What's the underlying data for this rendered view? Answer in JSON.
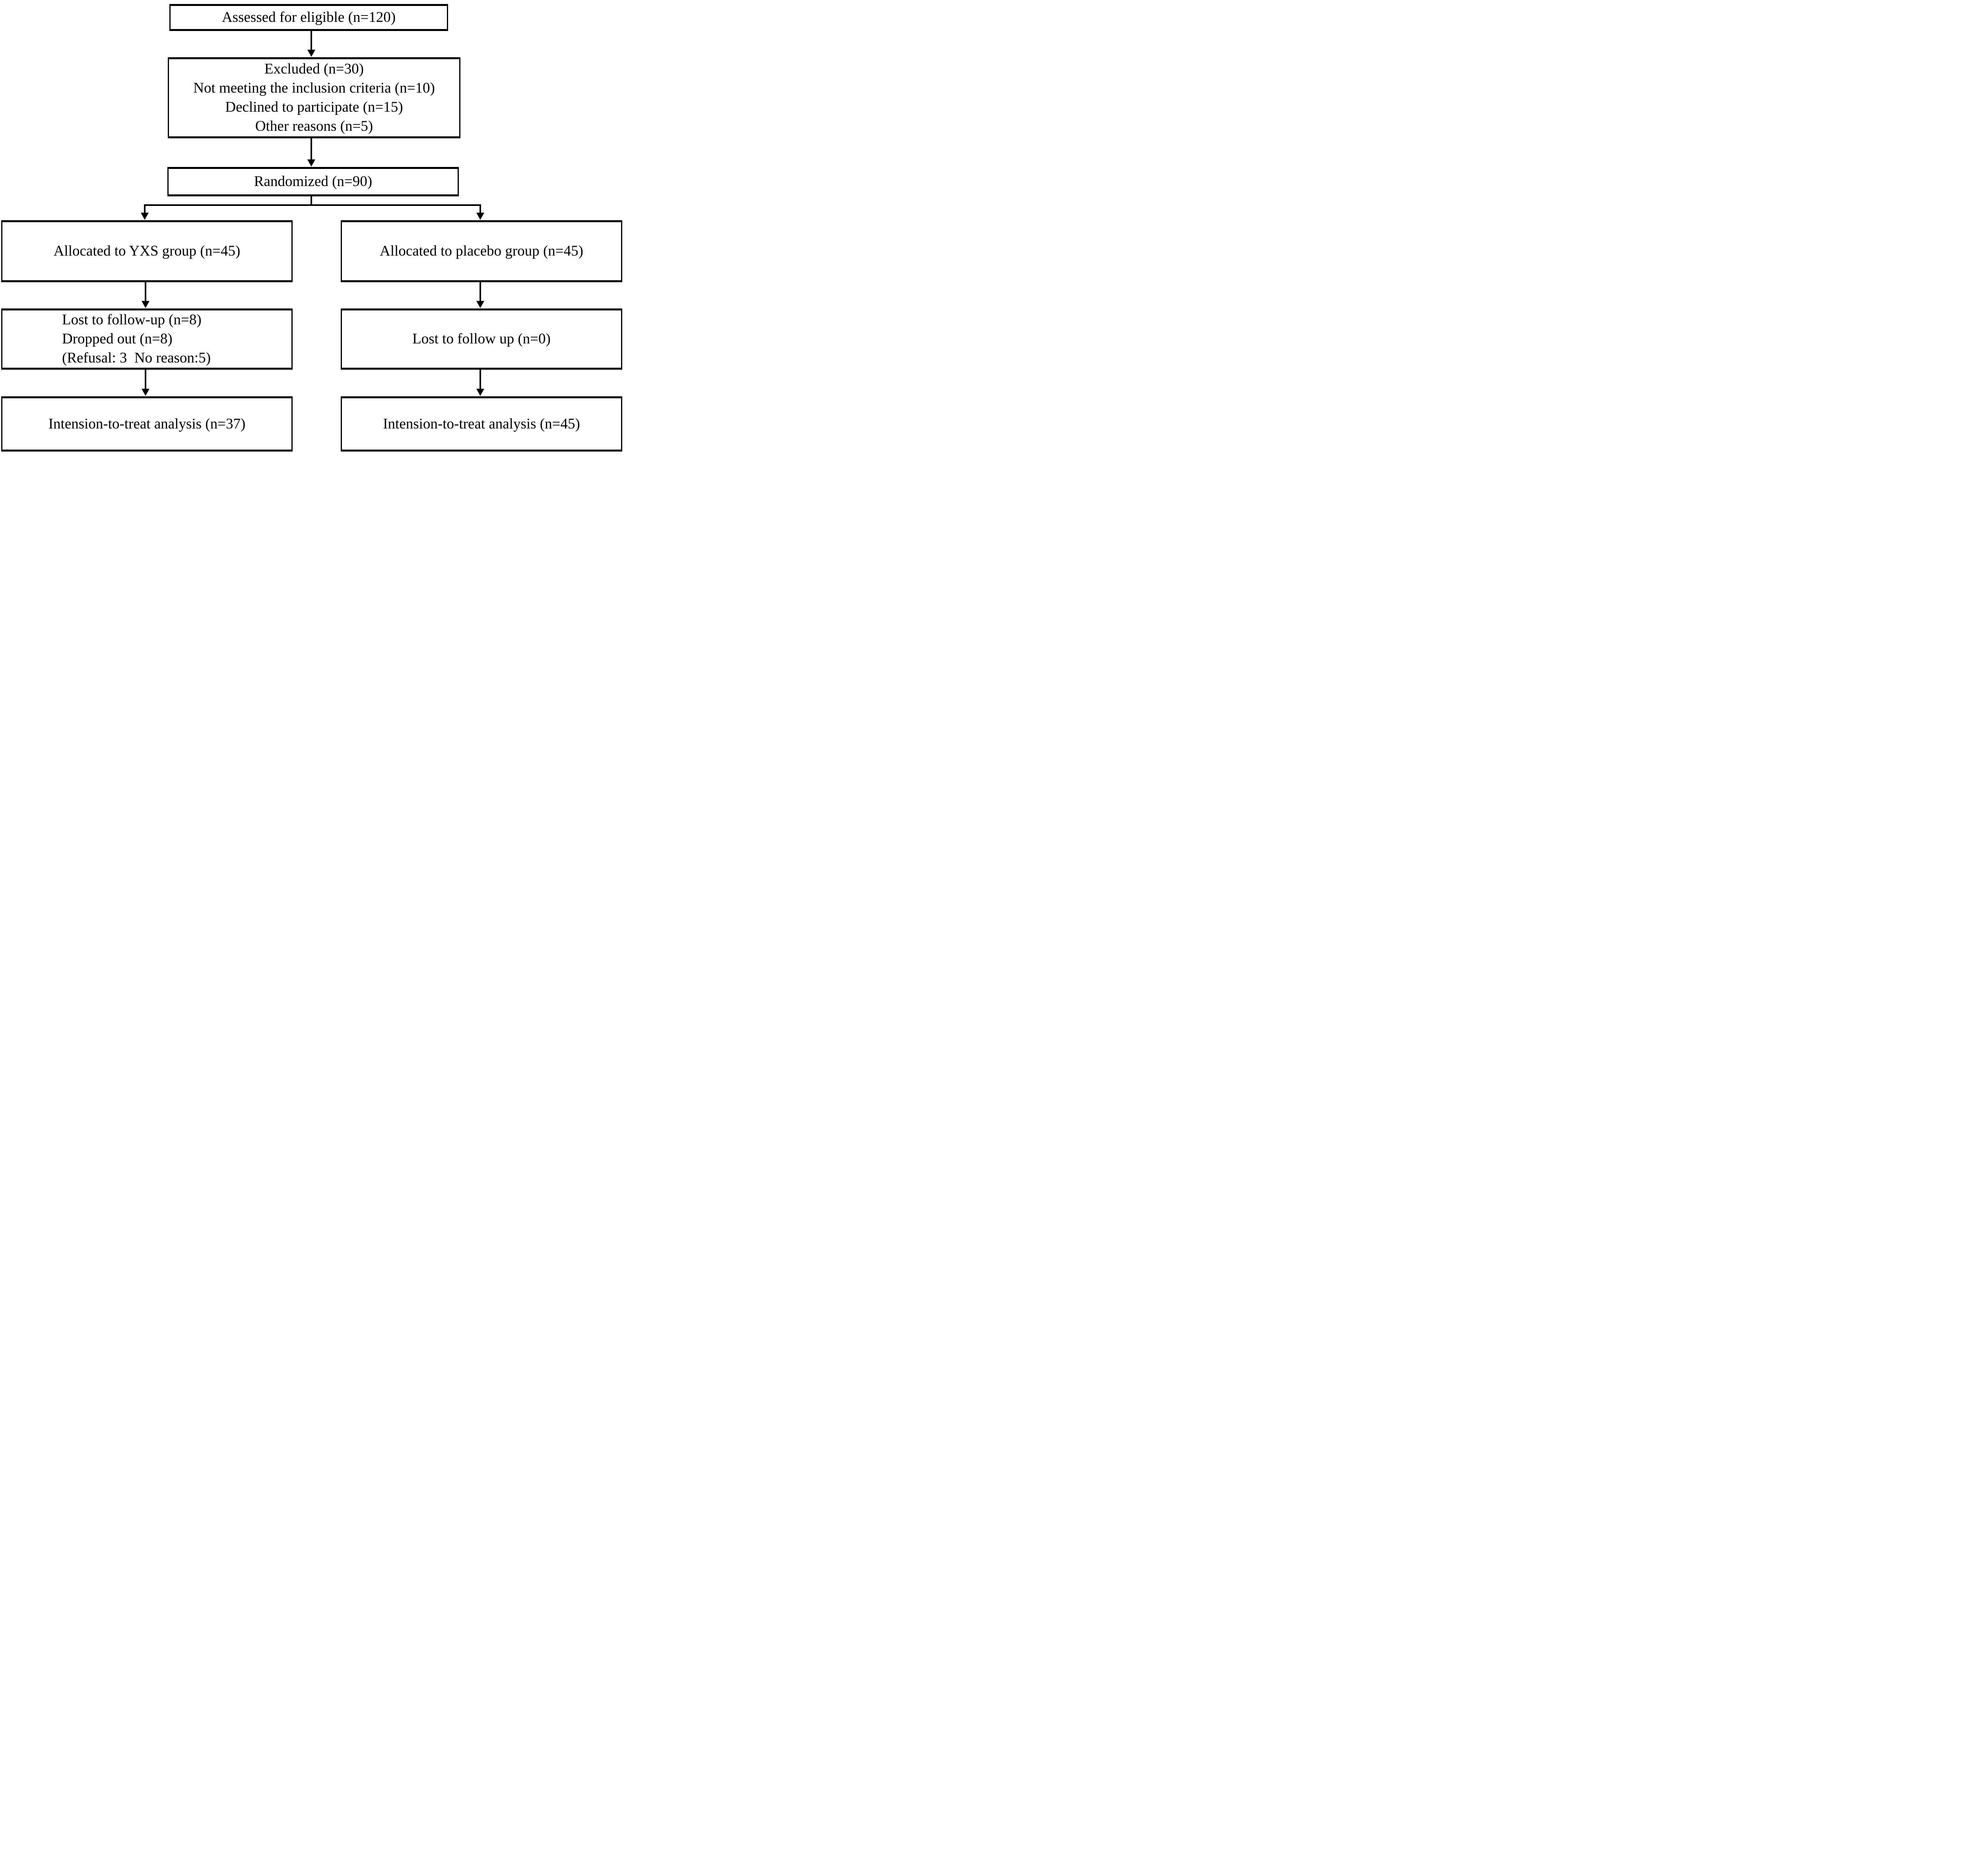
{
  "diagram_type": "consort-flow-diagram",
  "colors": {
    "line": "#000000",
    "background": "#ffffff",
    "text": "#000000"
  },
  "boxes": {
    "assessed": {
      "lines": [
        "Assessed for eligible (n=120)"
      ]
    },
    "excluded": {
      "lines": [
        "Excluded (n=30)",
        "Not meeting the inclusion criteria (n=10)",
        "Declined to participate (n=15)",
        "Other reasons (n=5)"
      ]
    },
    "randomized": {
      "lines": [
        "Randomized (n=90)"
      ]
    },
    "allocated_yxs": {
      "lines": [
        "Allocated to YXS group (n=45)"
      ]
    },
    "allocated_placebo": {
      "lines": [
        "Allocated to placebo group (n=45)"
      ]
    },
    "lost_yxs": {
      "lines": [
        "Lost to follow-up (n=8)",
        "Dropped out (n=8)",
        "(Refusal: 3  No reason:5)"
      ]
    },
    "lost_placebo": {
      "lines": [
        "Lost to follow up (n=0)"
      ]
    },
    "itt_yxs": {
      "lines": [
        "Intension-to-treat analysis (n=37)"
      ]
    },
    "itt_placebo": {
      "lines": [
        "Intension-to-treat analysis (n=45)"
      ]
    }
  }
}
